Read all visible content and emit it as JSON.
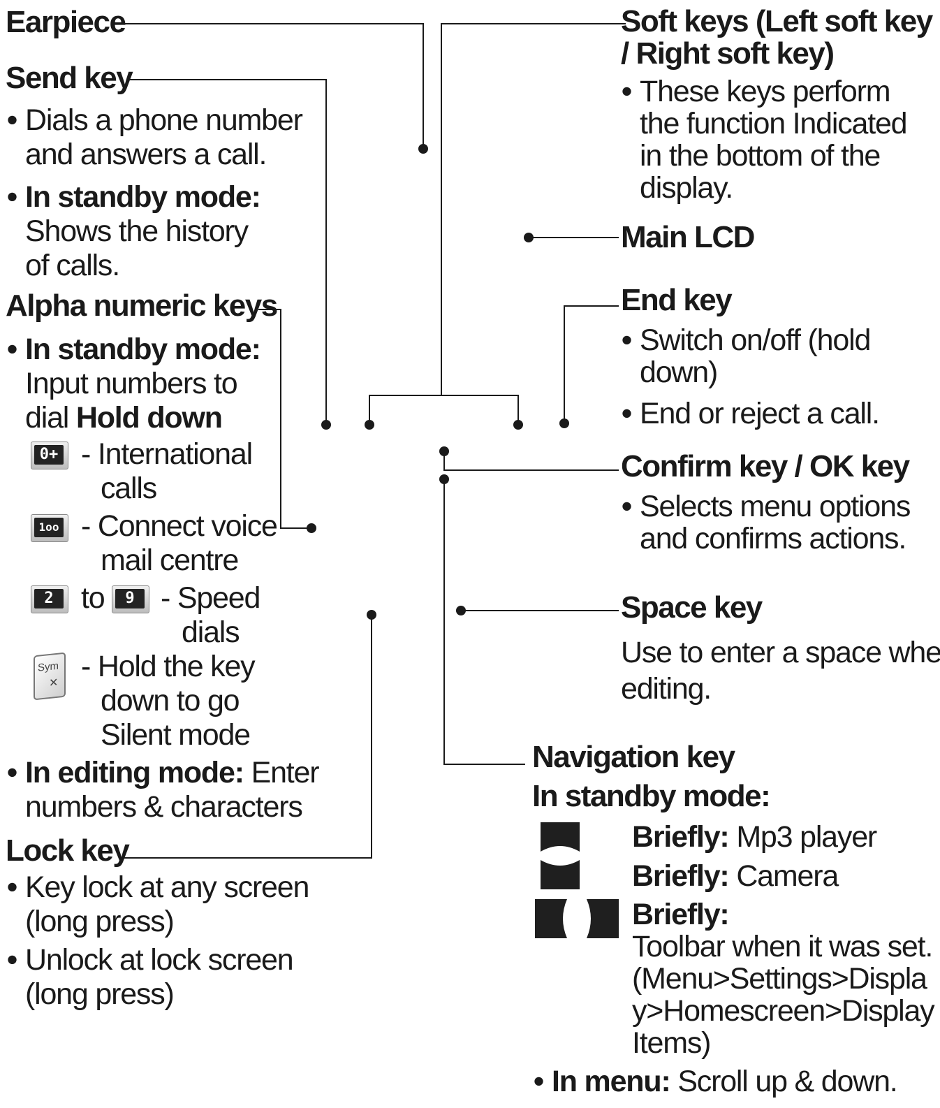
{
  "earpiece": {
    "title": "Earpiece"
  },
  "send_key": {
    "title": "Send key",
    "bullet1_lines": [
      "Dials a phone number",
      "and answers a call."
    ],
    "bullet2_bold": "In standby mode:",
    "bullet2_lines": [
      "Shows the history",
      "of calls."
    ]
  },
  "alpha_keys": {
    "title": "Alpha numeric keys",
    "bullet1_bold": "In standby mode:",
    "bullet1_line2": "Input numbers to",
    "bullet1_line3": "dial",
    "bullet1_line3_bold": "Hold down",
    "keys": {
      "key0_glyph": "0+",
      "key0_line1": "- International",
      "key0_line2": "calls",
      "key1_glyph": "1oo",
      "key1_line1": "- Connect voice",
      "key1_line2": "mail centre",
      "key2_glyph": "2",
      "key_to": "to",
      "key9_glyph": "9",
      "key29_line1": "- Speed",
      "key29_line2": "dials",
      "sym_glyph": "Sym",
      "sym_line1": "- Hold the key",
      "sym_line2": "down to go",
      "sym_line3": "Silent mode"
    },
    "bullet2_bold": "In editing mode:",
    "bullet2_rest": "Enter",
    "bullet2_line2": "numbers & characters"
  },
  "lock_key": {
    "title": "Lock key",
    "bullet1_lines": [
      "Key lock at any screen",
      "(long press)"
    ],
    "bullet2_lines": [
      "Unlock at lock screen",
      "(long press)"
    ]
  },
  "soft_keys": {
    "title_lines": [
      "Soft keys (Left soft key",
      "/ Right soft key)"
    ],
    "bullet_lines": [
      "These keys perform",
      "the function Indicated",
      "in the bottom of the",
      "display."
    ]
  },
  "main_lcd": {
    "title": "Main LCD"
  },
  "end_key": {
    "title": "End key",
    "bullet1_lines": [
      "Switch on/off (hold",
      "down)"
    ],
    "bullet2": "End or reject a call."
  },
  "confirm_key": {
    "title": "Confirm key / OK key",
    "bullet_lines": [
      "Selects menu options",
      "and confirms actions."
    ]
  },
  "space_key": {
    "title": "Space key",
    "text_lines": [
      "Use to enter a space when",
      "editing."
    ]
  },
  "navigation_key": {
    "title": "Navigation key",
    "subtitle": "In standby mode:",
    "up_bold": "Briefly:",
    "up_text": "Mp3 player",
    "down_bold": "Briefly:",
    "down_text": "Camera",
    "lr_bold": "Briefly:",
    "lr_lines": [
      "Toolbar when it was set.",
      "(Menu>Settings>Displa",
      "y>Homescreen>Display",
      "Items)"
    ],
    "menu_bold": "In menu:",
    "menu_text": "Scroll up & down."
  },
  "colors": {
    "text": "#1a1a1a",
    "line": "#1a1a1a",
    "key_face": "#232323"
  }
}
